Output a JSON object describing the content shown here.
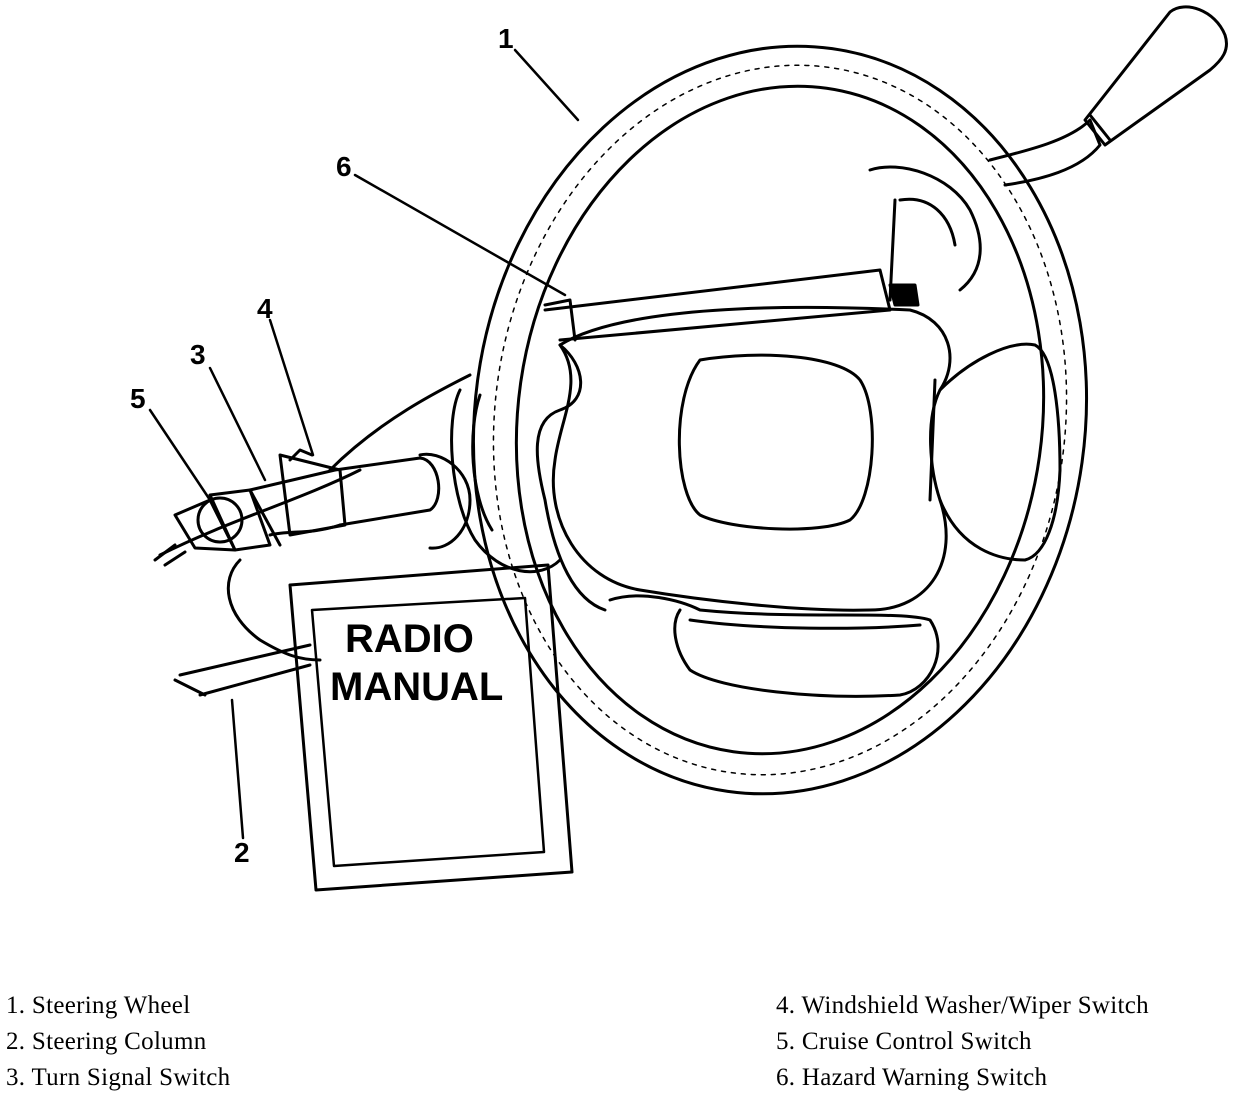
{
  "callouts": {
    "c1": "1",
    "c2": "2",
    "c3": "3",
    "c4": "4",
    "c5": "5",
    "c6": "6"
  },
  "manual": {
    "line1": "RADIO",
    "line2": "MANUAL"
  },
  "legend": {
    "left": [
      "1. Steering Wheel",
      "2. Steering Column",
      "3. Turn Signal Switch"
    ],
    "right": [
      "4. Windshield Washer/Wiper Switch",
      "5. Cruise Control Switch",
      "6. Hazard Warning Switch"
    ]
  }
}
